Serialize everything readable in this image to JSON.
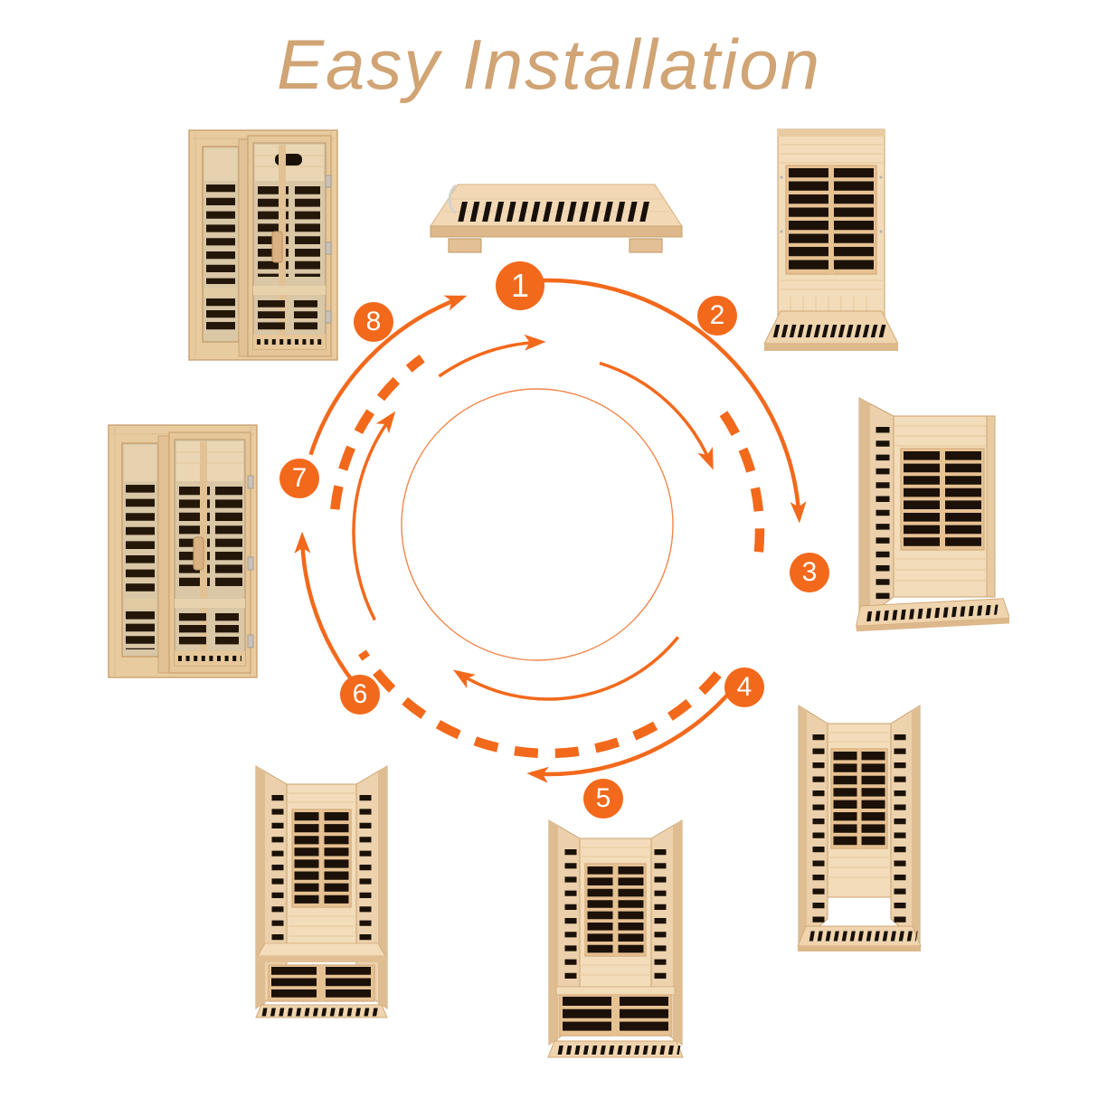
{
  "title": "Easy Installation",
  "colors": {
    "accent_orange": "#F2691C",
    "thin_circle_orange": "#F0874A",
    "title_tan": "#D0A474",
    "background": "#FFFFFF",
    "wood_light": "#F3DCB9",
    "wood_frame": "#C9A26F",
    "heater_slat_black": "#1C1108"
  },
  "cycle": {
    "direction": "clockwise",
    "step_count": "8"
  },
  "steps": [
    {
      "number": "1",
      "item": "floor-panel"
    },
    {
      "number": "2",
      "item": "back-wall-panel-on-floor"
    },
    {
      "number": "3",
      "item": "back-wall-with-side-wall"
    },
    {
      "number": "4",
      "item": "back-wall-with-both-side-walls"
    },
    {
      "number": "5",
      "item": "walls-with-bench-front-panel"
    },
    {
      "number": "6",
      "item": "walls-with-bench-seat-installed"
    },
    {
      "number": "7",
      "item": "cabin-front-with-glass-door"
    },
    {
      "number": "8",
      "item": "completed-sauna-cabin"
    }
  ]
}
